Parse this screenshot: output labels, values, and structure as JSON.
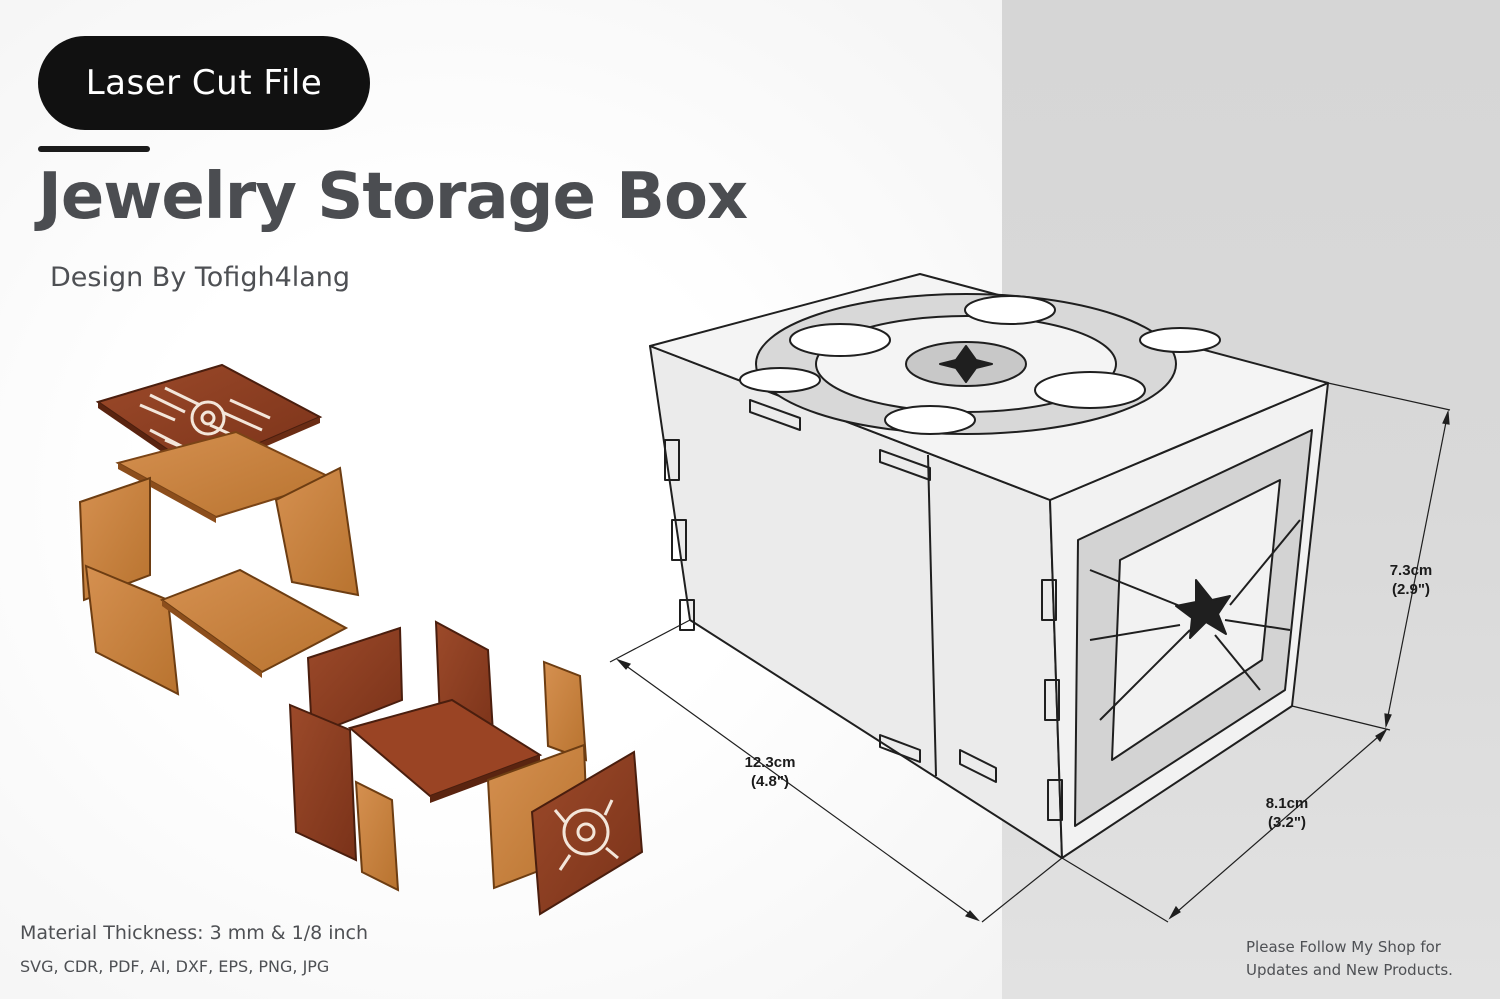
{
  "header": {
    "badge_label": "Laser Cut File",
    "title": "Jewelry Storage Box",
    "designer": "Design By Tofigh4lang"
  },
  "footer": {
    "material": "Material Thickness: 3 mm & 1/8 inch",
    "formats": "SVG, CDR, PDF, AI, DXF, EPS, PNG, JPG",
    "follow_line1": "Please Follow My Shop for",
    "follow_line2": "Updates and New Products."
  },
  "dimensions": {
    "length_cm": "12.3cm",
    "length_in": "(4.8\")",
    "width_cm": "8.1cm",
    "width_in": "(3.2\")",
    "height_cm": "7.3cm",
    "height_in": "(2.9\")"
  },
  "colors": {
    "dark_wood": "#8a3c22",
    "light_wood": "#c47f3e",
    "box_line": "#1f1f1f",
    "box_fill": "#ebebeb"
  }
}
